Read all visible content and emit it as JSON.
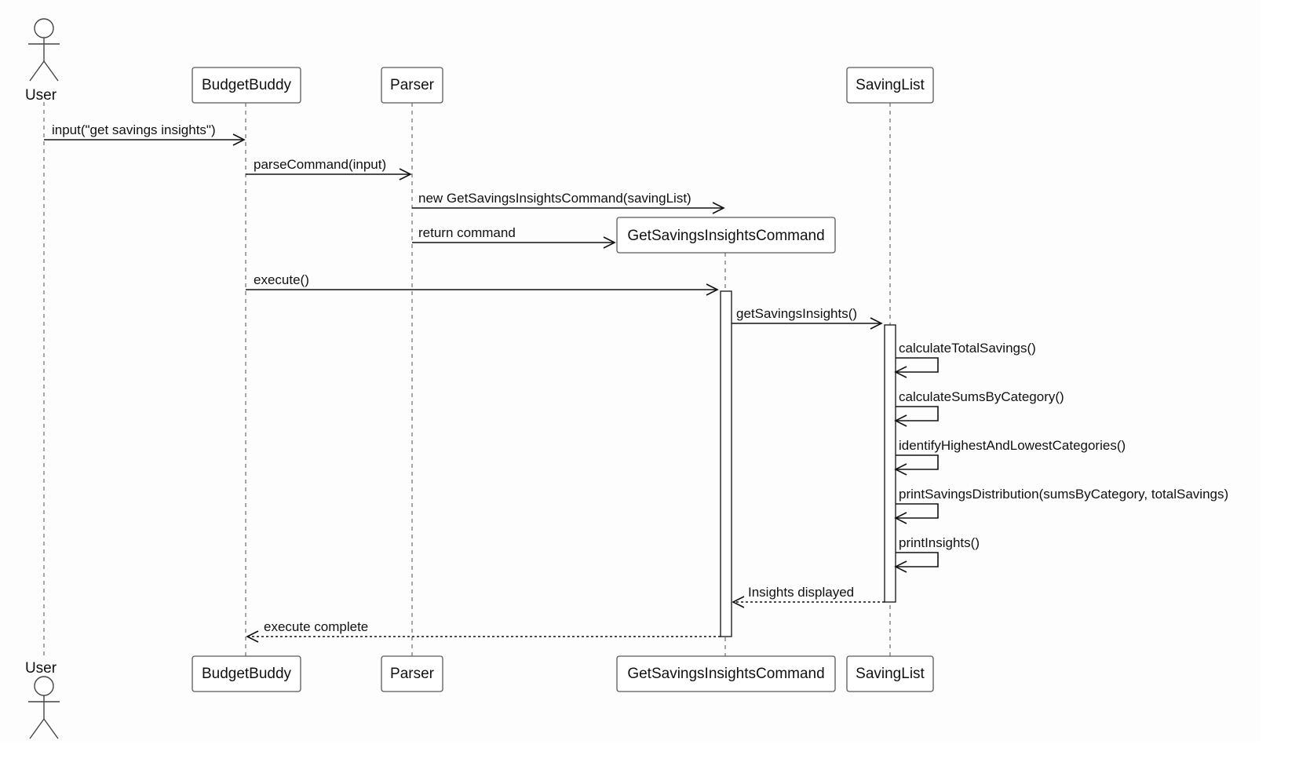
{
  "participants": [
    {
      "id": "user",
      "label": "User",
      "kind": "actor"
    },
    {
      "id": "budgetbuddy",
      "label": "BudgetBuddy",
      "kind": "box"
    },
    {
      "id": "parser",
      "label": "Parser",
      "kind": "box"
    },
    {
      "id": "command",
      "label": "GetSavingsInsightsCommand",
      "kind": "box"
    },
    {
      "id": "savinglist",
      "label": "SavingList",
      "kind": "box"
    }
  ],
  "messages": [
    {
      "id": "m1",
      "from": "user",
      "to": "budgetbuddy",
      "label": "input(\"get savings insights\")",
      "style": "sync"
    },
    {
      "id": "m2",
      "from": "budgetbuddy",
      "to": "parser",
      "label": "parseCommand(input)",
      "style": "sync"
    },
    {
      "id": "m3",
      "from": "parser",
      "to": "command",
      "label": "new GetSavingsInsightsCommand(savingList)",
      "style": "sync"
    },
    {
      "id": "m4",
      "from": "parser",
      "to": "command",
      "label": "return command",
      "style": "sync"
    },
    {
      "id": "m5",
      "from": "budgetbuddy",
      "to": "command",
      "label": "execute()",
      "style": "sync"
    },
    {
      "id": "m6",
      "from": "command",
      "to": "savinglist",
      "label": "getSavingsInsights()",
      "style": "sync"
    },
    {
      "id": "m7",
      "from": "savinglist",
      "to": "savinglist",
      "label": "calculateTotalSavings()",
      "style": "self"
    },
    {
      "id": "m8",
      "from": "savinglist",
      "to": "savinglist",
      "label": "calculateSumsByCategory()",
      "style": "self"
    },
    {
      "id": "m9",
      "from": "savinglist",
      "to": "savinglist",
      "label": "identifyHighestAndLowestCategories()",
      "style": "self"
    },
    {
      "id": "m10",
      "from": "savinglist",
      "to": "savinglist",
      "label": "printSavingsDistribution(sumsByCategory, totalSavings)",
      "style": "self"
    },
    {
      "id": "m11",
      "from": "savinglist",
      "to": "savinglist",
      "label": "printInsights()",
      "style": "self"
    },
    {
      "id": "m12",
      "from": "savinglist",
      "to": "command",
      "label": "Insights displayed",
      "style": "reply"
    },
    {
      "id": "m13",
      "from": "command",
      "to": "budgetbuddy",
      "label": "execute complete",
      "style": "reply"
    }
  ]
}
